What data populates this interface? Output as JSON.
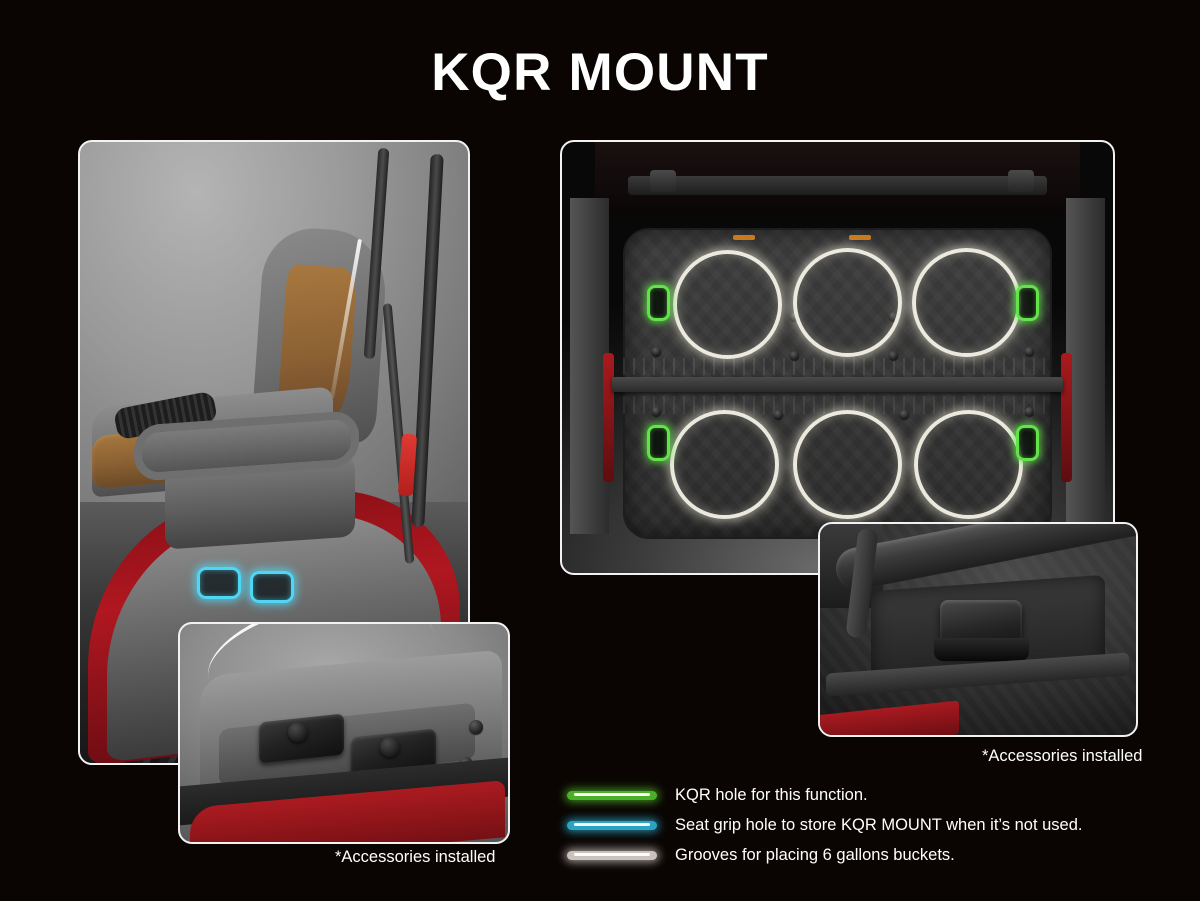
{
  "page": {
    "title": "KQR MOUNT",
    "background_color": "#0a0503"
  },
  "panels": {
    "seat_panel": {
      "name": "Seat with KQR storage grip holes",
      "highlight_color": "#4fd6f5",
      "highlight_count": 2
    },
    "cargo_bed_panel": {
      "name": "Cargo bed with KQR holes and bucket grooves",
      "groove_color": "#faf8eb",
      "groove_count": 6,
      "kqr_slot_color": "#63e34a",
      "kqr_slot_count": 4
    },
    "seat_latch_inset": {
      "name": "Close-up of KQR mount latches on seat base"
    },
    "bed_latch_inset": {
      "name": "Close-up of KQR mount latch in cargo bed"
    }
  },
  "footnotes": {
    "left": "*Accessories installed",
    "right": "*Accessories installed"
  },
  "legend": {
    "items": [
      {
        "color": "#4caf28",
        "label": "KQR hole for this function."
      },
      {
        "color": "#2aa3c4",
        "label": "Seat grip hole to store KQR MOUNT when it’s not used."
      },
      {
        "color": "#c9c3bb",
        "label": "Grooves for placing 6 gallons buckets."
      }
    ]
  }
}
